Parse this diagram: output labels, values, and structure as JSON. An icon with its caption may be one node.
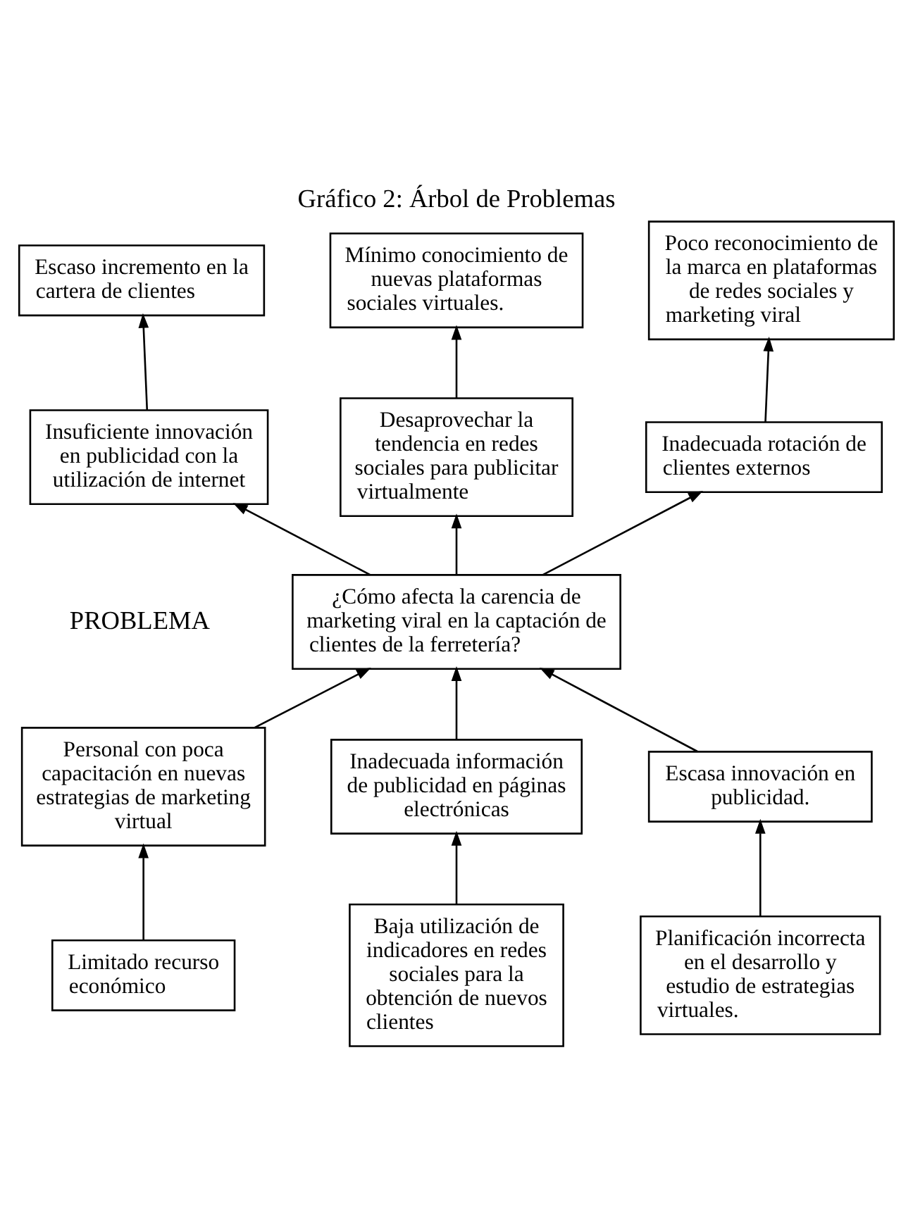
{
  "diagram": {
    "title": "Gráfico 2: Árbol de Problemas",
    "nodes": [
      {
        "text": [
          "Escaso incremento en la cartera de clientes"
        ]
      },
      {
        "text": [
          "Mínimo conocimiento de nuevas plataformas sociales virtuales."
        ]
      },
      {
        "text": [
          "Poco reconocimiento de la marca en plataformas de redes sociales y marketing viral"
        ]
      },
      {
        "text": [
          "Insuficiente innovación en publicidad con la utilización de internet"
        ]
      },
      {
        "text": [
          "Desaprovechar la tendencia en redes sociales para publicitar virtualmente"
        ]
      },
      {
        "text": [
          "Inadecuada rotación de clientes externos"
        ]
      },
      {
        "text": [
          "¿Cómo afecta la carencia de marketing viral en la captación de clientes de la ferretería?"
        ]
      },
      {
        "text": [
          "Personal con poca capacitación en nuevas estrategias de marketing virtual"
        ]
      },
      {
        "text": [
          "Inadecuada información de publicidad en páginas electrónicas"
        ]
      },
      {
        "text": [
          "Escasa innovación en publicidad."
        ]
      },
      {
        "text": [
          "Limitado recurso económico"
        ]
      },
      {
        "text": [
          "Baja utilización de indicadores en redes sociales para la obtención de nuevos clientes"
        ]
      },
      {
        "text": [
          "Planificación incorrecta en el desarrollo y estudio de estrategias virtuales."
        ]
      }
    ],
    "edges": [
      {
        "from": 3,
        "to": 0,
        "arrow": "to"
      },
      {
        "from": 4,
        "to": 1,
        "arrow": "to"
      },
      {
        "from": 5,
        "to": 2,
        "arrow": "to"
      },
      {
        "from": 6,
        "to": 3,
        "arrow": "to"
      },
      {
        "from": 6,
        "to": 4,
        "arrow": "to"
      },
      {
        "from": 6,
        "to": 5,
        "arrow": "to"
      },
      {
        "from": 7,
        "to": 6,
        "arrow": "to"
      },
      {
        "from": 8,
        "to": 6,
        "arrow": "to"
      },
      {
        "from": 9,
        "to": 6,
        "arrow": "to"
      },
      {
        "from": 10,
        "to": 7,
        "arrow": "to"
      },
      {
        "from": 11,
        "to": 8,
        "arrow": "to"
      },
      {
        "from": 12,
        "to": 9,
        "arrow": "to"
      }
    ],
    "labels": [
      "PROBLEMA"
    ]
  }
}
